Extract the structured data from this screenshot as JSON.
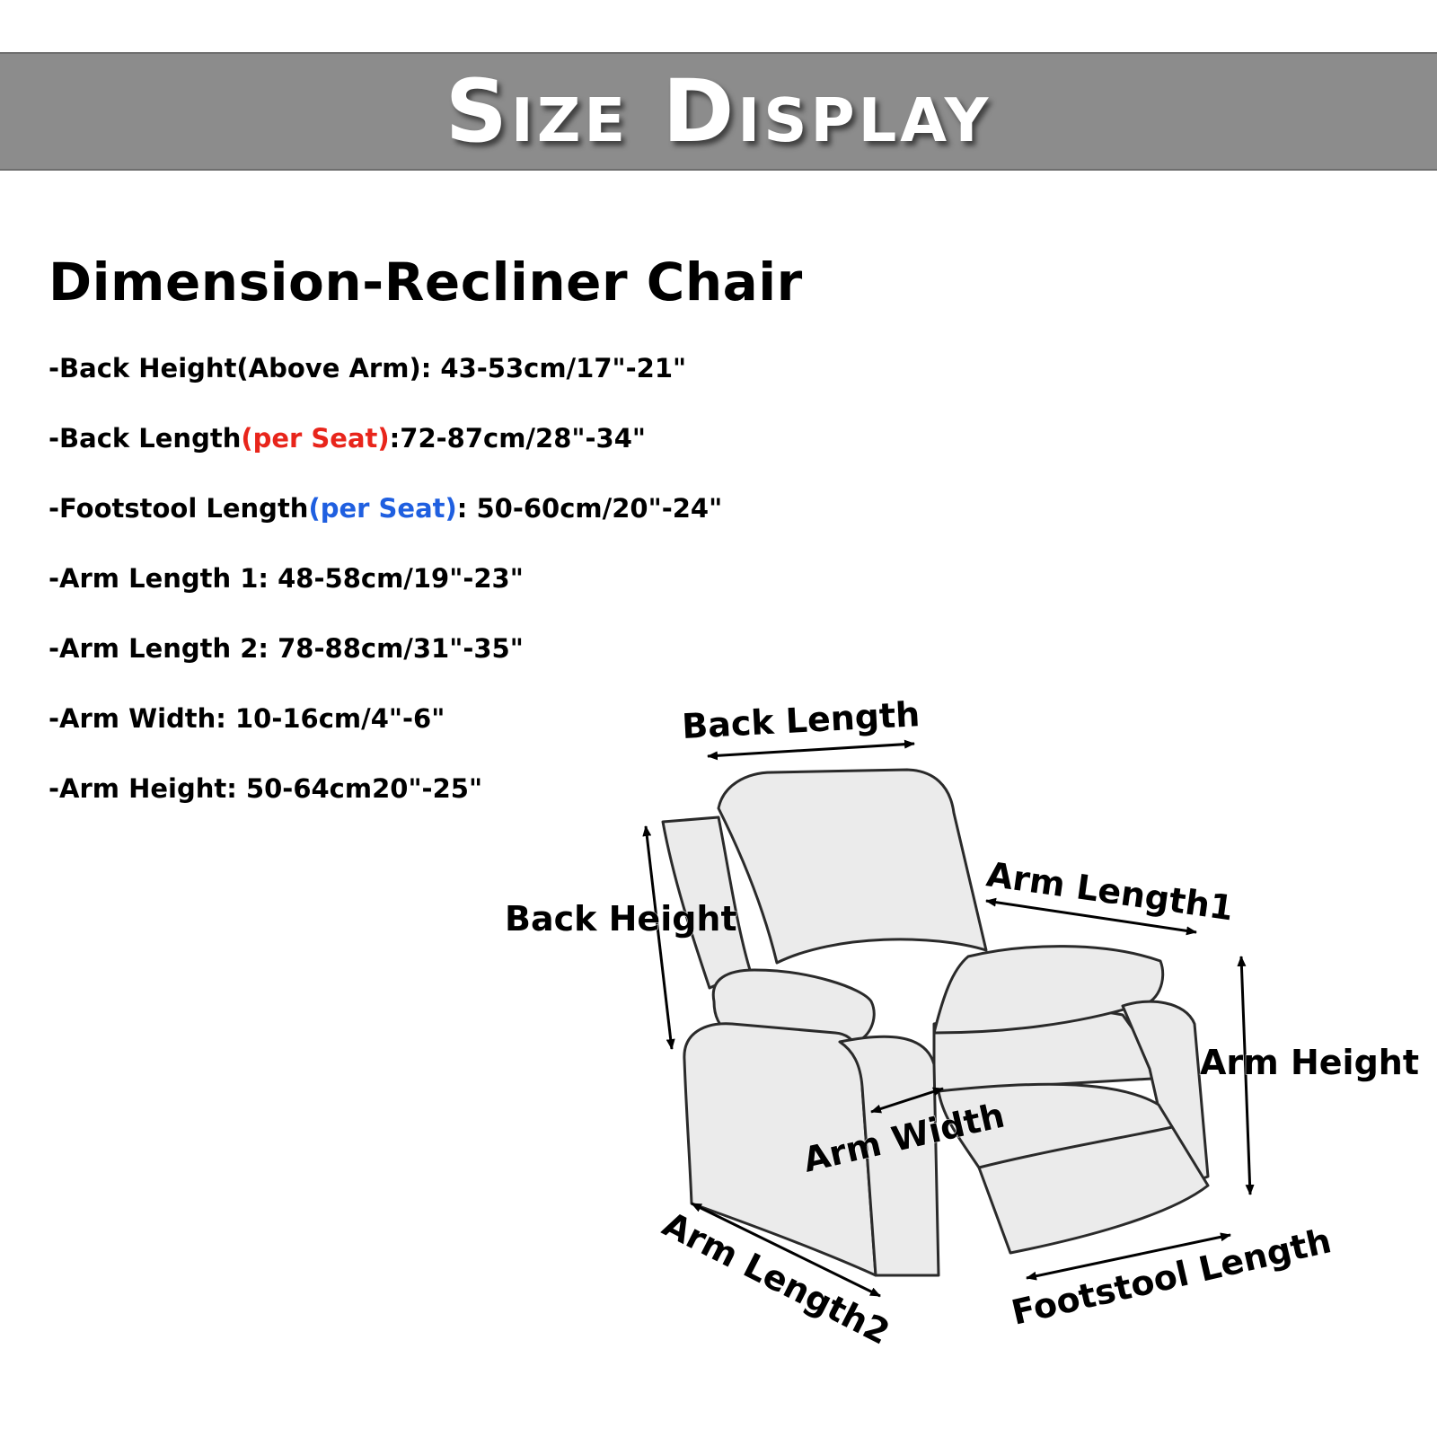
{
  "banner": {
    "title": "Size Display"
  },
  "heading": "Dimension-Recliner Chair",
  "specs": [
    {
      "prefix": "-Back Height(Above Arm): 43-53cm/17\"-21\""
    },
    {
      "prefix": "-Back Length",
      "note": "(per Seat)",
      "suffix": ":72-87cm/28\"-34\""
    },
    {
      "prefix": "-Footstool Length",
      "note": "(per Seat)",
      "suffix": ": 50-60cm/20\"-24\""
    },
    {
      "prefix": "-Arm Length 1: 48-58cm/19\"-23\""
    },
    {
      "prefix": "-Arm Length 2: 78-88cm/31\"-35\""
    },
    {
      "prefix": "-Arm Width: 10-16cm/4\"-6\""
    },
    {
      "prefix": "-Arm Height: 50-64cm20\"-25\""
    }
  ],
  "labels": {
    "back_length": "Back Length",
    "back_height": "Back Height",
    "arm_length1": "Arm Length1",
    "arm_height": "Arm Height",
    "arm_width": "Arm Width",
    "arm_length2": "Arm Length2",
    "footstool_length": "Footstool Length"
  },
  "colors": {
    "banner": "#8c8c8c",
    "per_seat_back": "#e8251b",
    "per_seat_footstool": "#1f5fe0",
    "chair_fill": "#ebebeb"
  }
}
